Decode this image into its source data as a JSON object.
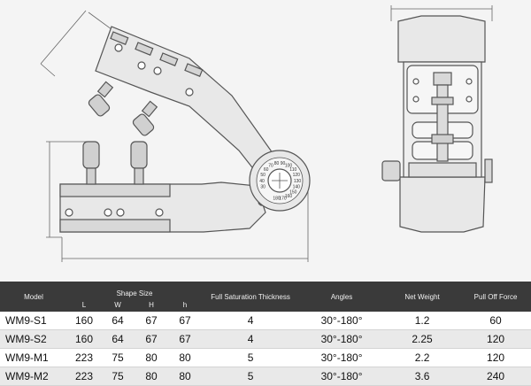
{
  "table": {
    "headers": {
      "model": "Model",
      "shape_size": "Shape Size",
      "L": "L",
      "W": "W",
      "H": "H",
      "h": "h",
      "thickness": "Full Saturation Thickness",
      "angles": "Angles",
      "weight": "Net Weight",
      "force": "Pull Off Force"
    },
    "rows": [
      {
        "model": "WM9-S1",
        "L": "160",
        "W": "64",
        "H": "67",
        "h": "67",
        "thickness": "4",
        "angles": "30°-180°",
        "weight": "1.2",
        "force": "60"
      },
      {
        "model": "WM9-S2",
        "L": "160",
        "W": "64",
        "H": "67",
        "h": "67",
        "thickness": "4",
        "angles": "30°-180°",
        "weight": "2.25",
        "force": "120"
      },
      {
        "model": "WM9-M1",
        "L": "223",
        "W": "75",
        "H": "80",
        "h": "80",
        "thickness": "5",
        "angles": "30°-180°",
        "weight": "2.2",
        "force": "120"
      },
      {
        "model": "WM9-M2",
        "L": "223",
        "W": "75",
        "H": "80",
        "h": "80",
        "thickness": "5",
        "angles": "30°-180°",
        "weight": "3.6",
        "force": "240"
      }
    ]
  },
  "dial": {
    "labels": [
      "30",
      "40",
      "50",
      "60",
      "70",
      "80",
      "90",
      "100",
      "110",
      "120",
      "130",
      "140",
      "150",
      "160",
      "170",
      "180"
    ]
  },
  "colors": {
    "header_bg": "#3a3a3a",
    "line": "#555555",
    "part_fill": "#e8e8e8"
  }
}
